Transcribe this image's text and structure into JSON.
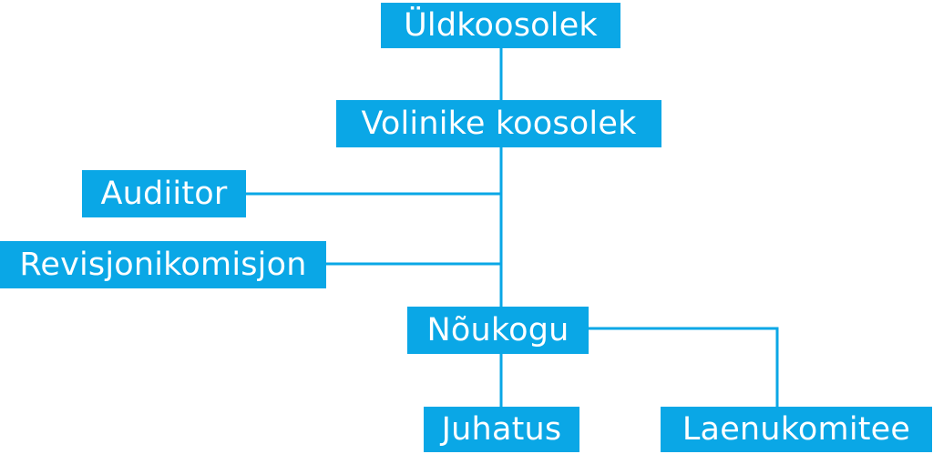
{
  "colors": {
    "box": "#0aa7e6",
    "line": "#0aa7e6",
    "text": "#ffffff",
    "background": "#ffffff"
  },
  "nodes": {
    "general_meeting": "Üldkoosolek",
    "delegates_meeting": "Volinike koosolek",
    "auditor": "Audiitor",
    "audit_committee": "Revisjonikomisjon",
    "council": "Nõukogu",
    "board": "Juhatus",
    "loan_committee": "Laenukomitee"
  }
}
